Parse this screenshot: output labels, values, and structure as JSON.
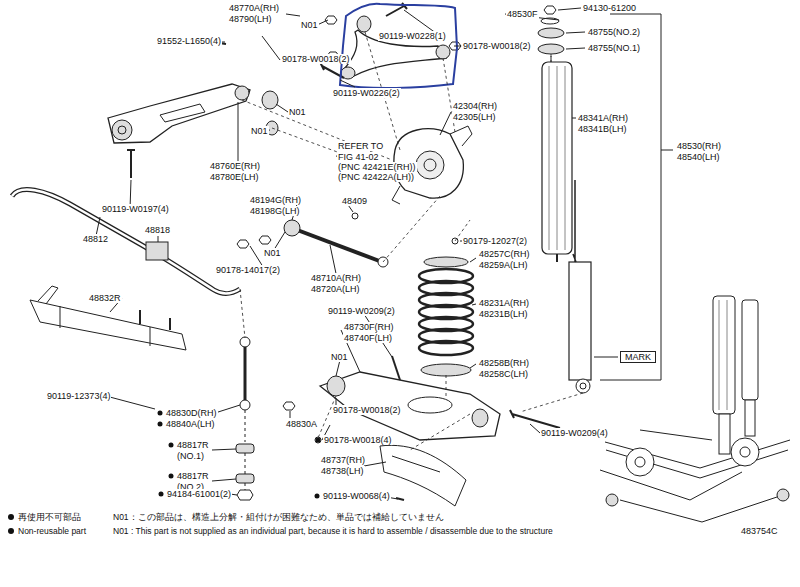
{
  "diagram": {
    "labels": [
      "48770A(RH)",
      "48790(LH)",
      "N01",
      "91552-L1650(4)",
      "90178-W0018(2)",
      "90119-W0228(1)",
      "90178-W0018(2)",
      "90119-W0226(2)",
      "48530F",
      "94130-61200",
      "48755(NO.2)",
      "48755(NO.1)",
      "42304(RH)",
      "42305(LH)",
      "48341A(RH)",
      "48341B(LH)",
      "48530(RH)",
      "48540(LH)",
      "N01",
      "N01",
      "48760E(RH)",
      "48780E(LH)",
      "REFER TO",
      "FIG 41-02",
      "(PNC 42421E(RH))",
      "(PNC 42422A(LH))",
      "90119-W0197(4)",
      "48194G(RH)",
      "48198G(LH)",
      "48409",
      "48812",
      "48818",
      "N01",
      "90178-14017(2)",
      "90179-12027(2)",
      "48257C(RH)",
      "48259A(LH)",
      "48710A(RH)",
      "48720A(LH)",
      "48231A(RH)",
      "48231B(LH)",
      "48832R",
      "90119-W0209(2)",
      "48730F(RH)",
      "48740F(LH)",
      "N01",
      "48258B(RH)",
      "48258C(LH)",
      "MARK",
      "90119-12373(4)",
      "48830D(RH)",
      "48840A(LH)",
      "48830A",
      "90178-W0018(2)",
      "90178-W0018(4)",
      "90119-W0209(4)",
      "48817R",
      "(NO.1)",
      "48737(RH)",
      "48738(LH)",
      "48817R",
      "(NO.2)",
      "94184-61001(2)",
      "90119-W0068(4)",
      "N01：この部品は、構造上分解・組付けが困難なため、単品では補給していません",
      "N01 : This part is not supplied as an individual part, because it is hard to assemble / disassemble due to the structure",
      "483754C"
    ],
    "legend": [
      {
        "text": "再使用不可部品"
      },
      {
        "text": "Non-reusable part"
      }
    ]
  }
}
